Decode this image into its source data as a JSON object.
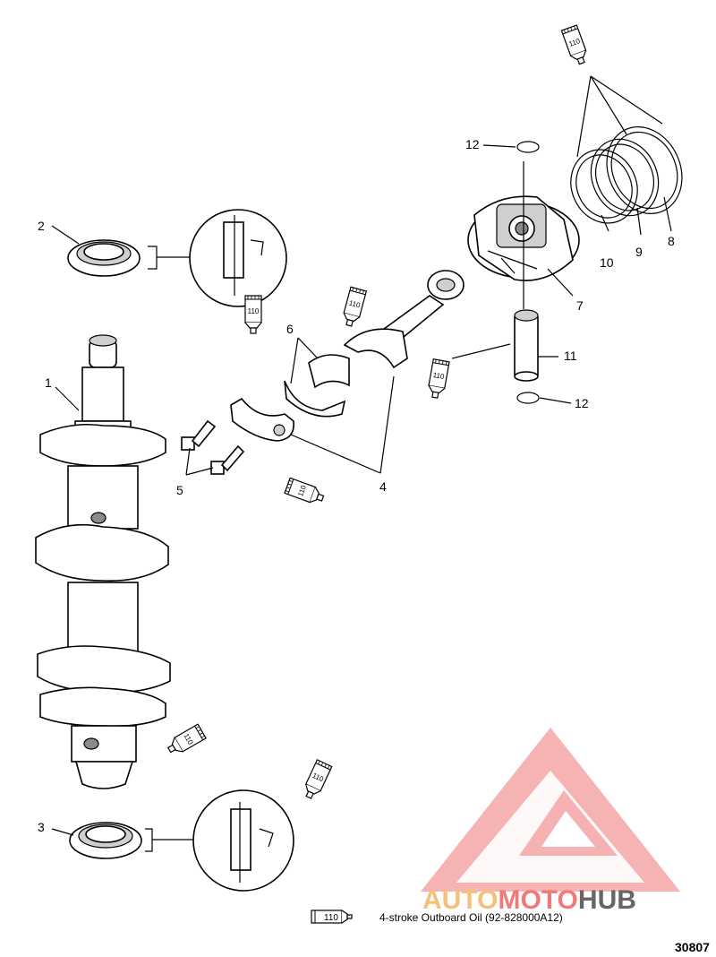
{
  "callouts": {
    "c1": "1",
    "c2": "2",
    "c3": "3",
    "c4": "4",
    "c5": "5",
    "c6": "6",
    "c7": "7",
    "c8": "8",
    "c9": "9",
    "c10": "10",
    "c11": "11",
    "c12a": "12",
    "c12b": "12"
  },
  "lubricant_code": "110",
  "legend": {
    "code": "110",
    "text": "4-stroke Outboard Oil (92-828000A12)"
  },
  "reference_number": "30807",
  "watermark": {
    "part1": "AUTO",
    "part2": "MOTO",
    "part3": "HUB",
    "color_light": "#f5c07a",
    "color_main": "#f07a7a",
    "color_dark": "#555555"
  },
  "icons": [
    "lubricant-tube-icon",
    "crankshaft-drawing",
    "piston-drawing",
    "connecting-rod-drawing",
    "piston-ring-drawing",
    "seal-drawing"
  ]
}
